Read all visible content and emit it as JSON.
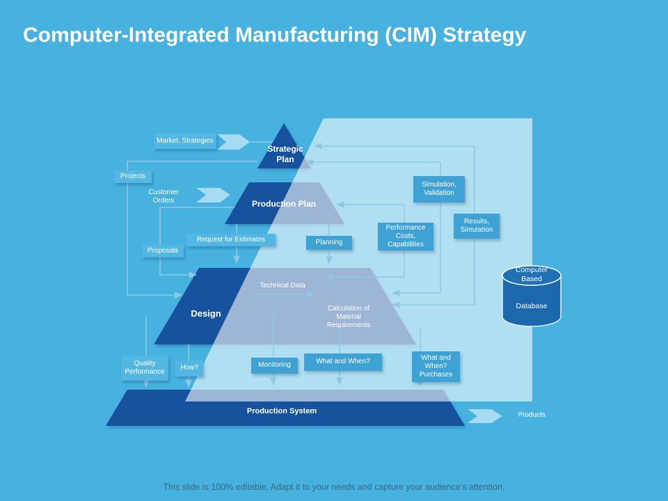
{
  "slide": {
    "title": "Computer-Integrated Manufacturing (CIM) Strategy",
    "footer": "This slide is 100% editable. Adapt it to your needs and capture your audience's attention.",
    "colors": {
      "background": "#47B2E0",
      "pyramid_dark_blue": "#17529E",
      "panel_overlay_gray_blue": "#A2BBD8",
      "panel_overlay_light": "#B5E0F3",
      "box_on_panel": "#3FA2D5",
      "box_off_panel": "#52B7E3",
      "connector_line": "#8FC8E2",
      "chevron_arrow": "#A7DBF2",
      "database_fill": "#1B68AE",
      "label_text": "#FFFFFF"
    }
  },
  "pyramid": {
    "levels": [
      {
        "label": "Strategic Plan"
      },
      {
        "label": "Production Plan"
      },
      {
        "label": "Design"
      },
      {
        "label": "Production System"
      }
    ],
    "annotations": {
      "technical_data": "Technical Data",
      "calculation": "Calculation of Material Requirements"
    }
  },
  "labels": {
    "market_strategies": "Market, Strategies",
    "projects": "Projects",
    "customer_orders": "Customer Orders",
    "proposals": "Proposals",
    "request_for_estimates": "Request for Estimates",
    "planning": "Planning",
    "simulation_validation": "Simulation, Validation",
    "performance_costs": "Performance Costs, Capabilities",
    "results_simulation": "Results, Simulation",
    "quality_performance": "Quality Performance",
    "how": "How?",
    "monitoring": "Monitoring",
    "what_and_when": "What and When?",
    "what_and_when_purchases": "What and When? Purchases",
    "products": "Products"
  },
  "database": {
    "top_label": "Computer Based",
    "body_label": "Database"
  }
}
